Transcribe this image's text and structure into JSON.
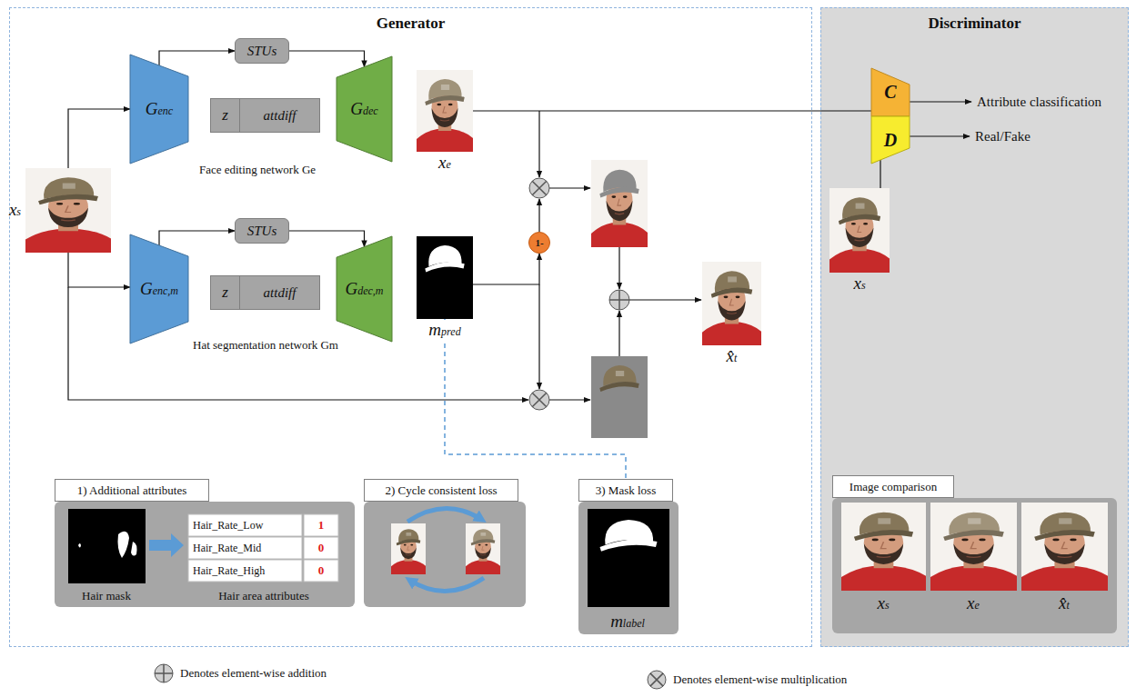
{
  "diagram": {
    "nodes": [
      {
        "text": [
          "Generator"
        ]
      },
      {
        "text": [
          "STUs"
        ],
        "in": 0
      },
      {
        "text": [
          "Genc"
        ],
        "in": 0
      },
      {
        "text": [
          "z",
          "attdiff"
        ],
        "in": 0
      },
      {
        "text": [
          "Gdec"
        ],
        "in": 0
      },
      {
        "text": [
          "xe"
        ],
        "in": 0
      },
      {
        "text": [
          "xs"
        ],
        "in": 0
      },
      {
        "text": [
          "STUs"
        ],
        "in": 0
      },
      {
        "text": [
          "Genc,m"
        ],
        "in": 0
      },
      {
        "text": [
          "z",
          "attdiff"
        ],
        "in": 0
      },
      {
        "text": [
          "Gdec,m"
        ],
        "in": 0
      },
      {
        "text": [
          "mpred"
        ],
        "in": 0
      },
      {
        "text": [
          "1-"
        ],
        "in": 0
      },
      {
        "text": [
          "x̂t"
        ],
        "in": 0
      },
      {
        "text": [
          "1) Additional attributes"
        ],
        "in": 0
      },
      {
        "text": [
          "2) Cycle consistent loss"
        ],
        "in": 0
      },
      {
        "text": [
          "3) Mask loss"
        ],
        "in": 0
      },
      {
        "text": [
          "Discriminator"
        ]
      },
      {
        "text": [
          "C"
        ],
        "in": 17
      },
      {
        "text": [
          "D"
        ],
        "in": 17
      },
      {
        "text": [
          "xs"
        ],
        "in": 17
      },
      {
        "text": [
          "Image comparison"
        ],
        "in": 17
      }
    ],
    "edges": [
      {
        "from": 6,
        "to": 2,
        "arrow": "to"
      },
      {
        "from": 6,
        "to": 8,
        "arrow": "to"
      },
      {
        "from": 2,
        "to": 1,
        "arrow": "to"
      },
      {
        "from": 1,
        "to": 4,
        "arrow": "to"
      },
      {
        "from": 8,
        "to": 7,
        "arrow": "to"
      },
      {
        "from": 7,
        "to": 10,
        "arrow": "to"
      },
      {
        "from": 5,
        "to": 18,
        "arrow": "none"
      },
      {
        "from": 20,
        "to": 19,
        "arrow": "none"
      },
      {
        "from": 11,
        "to": 12,
        "arrow": "to"
      },
      {
        "from": 11,
        "to": 16,
        "arrow": "none"
      }
    ],
    "labels": [
      "Face editing network Ge",
      "Hat segmentation network Gm",
      "Attribute classification",
      "Real/Fake",
      "Hair mask",
      "Hair area attributes",
      "Hair_Rate_Low",
      "1",
      "Hair_Rate_Mid",
      "0",
      "Hair_Rate_High",
      "0",
      "mlabel",
      "xs",
      "xe",
      "x̂t"
    ],
    "legend": [
      {
        "text": "Denotes element-wise addition"
      },
      {
        "text": "Denotes element-wise multiplication"
      }
    ]
  }
}
